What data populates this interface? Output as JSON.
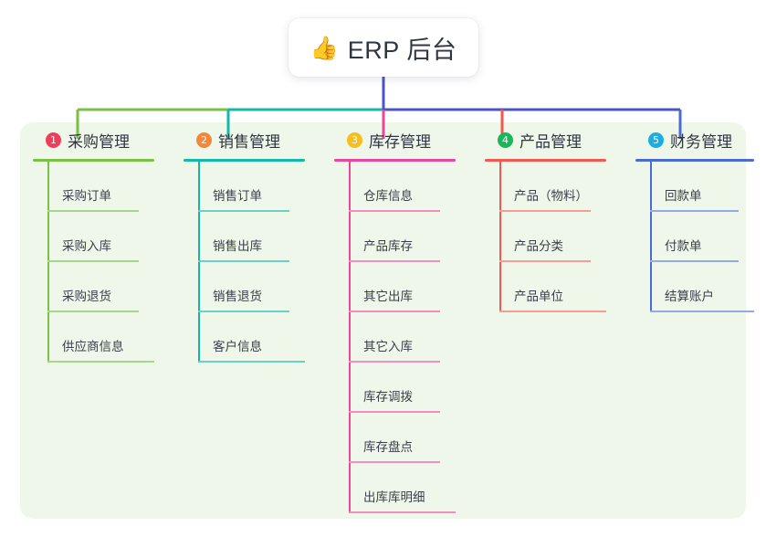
{
  "title": {
    "emoji": "👍",
    "icon_name": "thumbs-up-icon",
    "text": "ERP 后台"
  },
  "palette": {
    "panel_bg": "#eef7e9",
    "page_bg": "#ffffff",
    "text": "#2f3542",
    "root_connector": "#4a54c4"
  },
  "columns": [
    {
      "number": "1",
      "title": "采购管理",
      "badge_color": "#ef3e5c",
      "line_color": "#7ac143",
      "rule_color": "#a7d58a",
      "items": [
        {
          "label": "采购订单"
        },
        {
          "label": "采购入库"
        },
        {
          "label": "采购退货"
        },
        {
          "label": "供应商信息"
        }
      ]
    },
    {
      "number": "2",
      "title": "销售管理",
      "badge_color": "#f5873b",
      "line_color": "#12b8a8",
      "rule_color": "#6fcfc6",
      "items": [
        {
          "label": "销售订单"
        },
        {
          "label": "销售出库"
        },
        {
          "label": "销售退货"
        },
        {
          "label": "客户信息"
        }
      ]
    },
    {
      "number": "3",
      "title": "库存管理",
      "badge_color": "#f5bf20",
      "line_color": "#e8479b",
      "rule_color": "#ef8ec0",
      "items": [
        {
          "label": "仓库信息"
        },
        {
          "label": "产品库存"
        },
        {
          "label": "其它出库"
        },
        {
          "label": "其它入库"
        },
        {
          "label": "库存调拨"
        },
        {
          "label": "库存盘点"
        },
        {
          "label": "出库库明细"
        }
      ]
    },
    {
      "number": "4",
      "title": "产品管理",
      "badge_color": "#18b85a",
      "line_color": "#f4574f",
      "rule_color": "#f79d96",
      "items": [
        {
          "label": "产品（物料）"
        },
        {
          "label": "产品分类"
        },
        {
          "label": "产品单位"
        }
      ]
    },
    {
      "number": "5",
      "title": "财务管理",
      "badge_color": "#1aaee0",
      "line_color": "#4a6bd4",
      "rule_color": "#96a9e2",
      "items": [
        {
          "label": "回款单"
        },
        {
          "label": "付款单"
        },
        {
          "label": "结算账户"
        }
      ]
    }
  ]
}
